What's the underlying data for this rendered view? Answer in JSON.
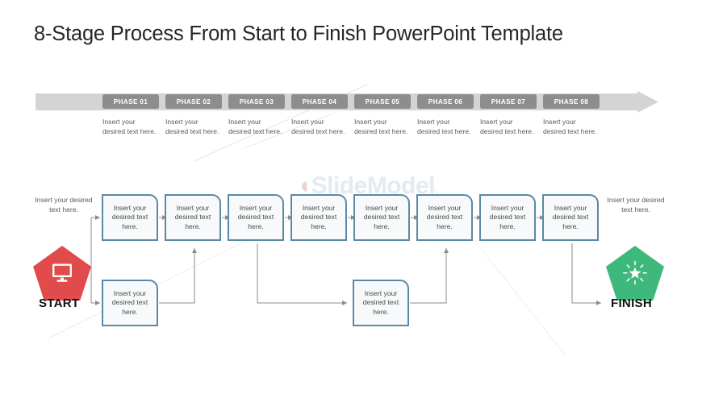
{
  "slide": {
    "title": "8-Stage Process From Start to Finish PowerPoint Template",
    "watermark": "SlideModel",
    "background_color": "#ffffff"
  },
  "theme": {
    "bar_color": "#d4d4d4",
    "badge_color": "#8d8d8d",
    "box_border_color": "#5b89a6",
    "box_fill_color": "#f7f9fa",
    "connector_color": "#8c8c8c",
    "start_color": "#e24b4b",
    "finish_color": "#3fb97b",
    "text_color": "#595959",
    "title_color": "#262626"
  },
  "phase_bar": {
    "phases": [
      {
        "label": "PHASE 01",
        "description": "Insert your desired text here."
      },
      {
        "label": "PHASE 02",
        "description": "Insert your desired text here."
      },
      {
        "label": "PHASE 03",
        "description": "Insert your desired text here."
      },
      {
        "label": "PHASE 04",
        "description": "Insert your desired text here."
      },
      {
        "label": "PHASE 05",
        "description": "Insert your desired text here."
      },
      {
        "label": "PHASE 06",
        "description": "Insert your desired text here."
      },
      {
        "label": "PHASE 07",
        "description": "Insert your desired text here."
      },
      {
        "label": "PHASE 08",
        "description": "Insert your desired text here."
      }
    ]
  },
  "flow": {
    "start": {
      "label": "START",
      "icon": "monitor-icon",
      "side_text": "Insert your desired text here."
    },
    "finish": {
      "label": "FINISH",
      "icon": "star-burst-icon",
      "side_text": "Insert your desired text here."
    },
    "top_boxes": [
      {
        "text": "Insert your desired text here."
      },
      {
        "text": "Insert your desired text here."
      },
      {
        "text": "Insert your desired text here."
      },
      {
        "text": "Insert your desired text here."
      },
      {
        "text": "Insert your desired text here."
      },
      {
        "text": "Insert your desired text here."
      },
      {
        "text": "Insert your desired text here."
      },
      {
        "text": "Insert your desired text here."
      }
    ],
    "bottom_boxes": [
      {
        "text": "Insert your desired text here."
      },
      {
        "text": "Insert your desired text here."
      }
    ]
  }
}
